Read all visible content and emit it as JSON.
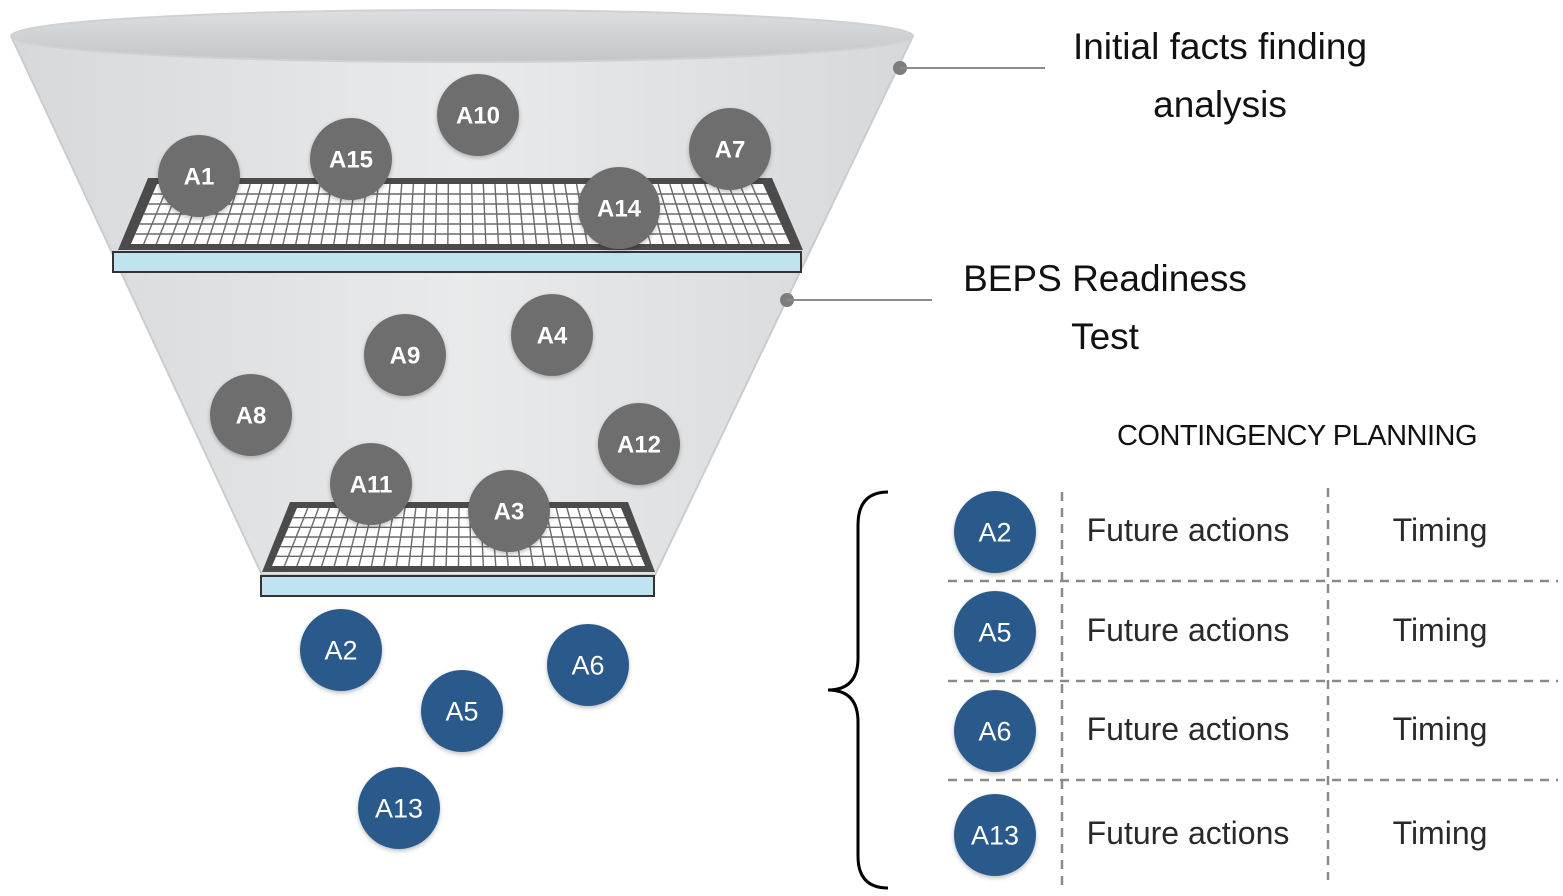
{
  "diagram": {
    "stage1_label_line1": "Initial facts finding",
    "stage1_label_line2": "analysis",
    "stage2_label_line1": "BEPS Readiness",
    "stage2_label_line2": "Test",
    "contingency_title": "CONTINGENCY PLANNING"
  },
  "funnel_items": [
    "A1",
    "A15",
    "A10",
    "A14",
    "A7",
    "A9",
    "A4",
    "A8",
    "A12",
    "A11",
    "A3"
  ],
  "output_items": [
    "A2",
    "A6",
    "A5",
    "A13"
  ],
  "contingency_rows": [
    {
      "item": "A2",
      "action": "Future actions",
      "timing": "Timing"
    },
    {
      "item": "A5",
      "action": "Future actions",
      "timing": "Timing"
    },
    {
      "item": "A6",
      "action": "Future actions",
      "timing": "Timing"
    },
    {
      "item": "A13",
      "action": "Future actions",
      "timing": "Timing"
    }
  ],
  "colors": {
    "gray_circle": "#6e6e6e",
    "blue_circle": "#2c5a8c",
    "funnel_fill": "#e6e7e8",
    "funnel_top": "#cfd1d3",
    "tray_base": "#bfe3f0",
    "grid_frame": "#555555"
  }
}
